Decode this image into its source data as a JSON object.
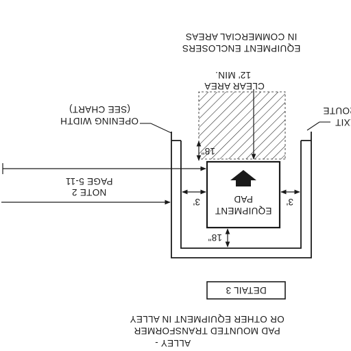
{
  "diagram": {
    "top_caption": [
      "ALLEY -",
      "PAD MOUNTED TRANSFORMER",
      "OR OTHER EQUIPMENT IN ALLEY"
    ],
    "detail_label": "DETAIL 3",
    "pad_label": [
      "EQUIPMENT",
      "PAD"
    ],
    "dim_pad_to_wall": "18\"",
    "dim_pad_side": "3'",
    "dim_opening": "18\"",
    "note_label": [
      "NOTE 2",
      "PAGE 5-11"
    ],
    "opening_label": [
      "OPENING WIDTH",
      "(SEE CHART)"
    ],
    "exit_label": [
      "EXIT",
      "ROUTE"
    ],
    "clear_area_label": [
      "CLEAR AREA",
      "12' MIN."
    ],
    "bottom_caption": [
      "EQUIPMENT ENCLOSERS",
      "IN COMMERCIAL AREAS"
    ]
  }
}
